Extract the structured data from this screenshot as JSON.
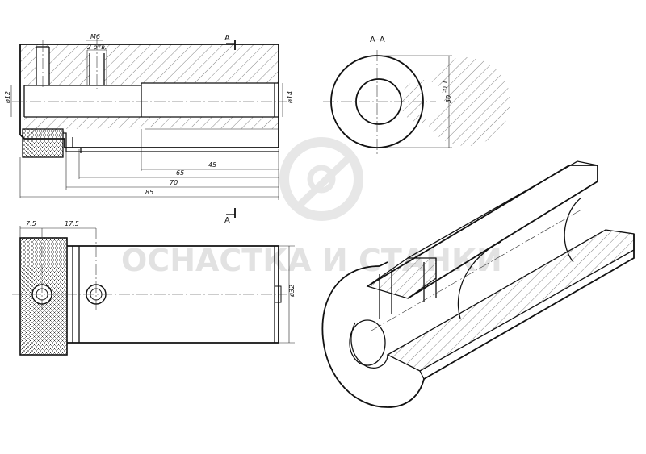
{
  "section_marker": "А",
  "section_title": "А–А",
  "watermark": {
    "text": "ОСНАСТКА И СТАНКИ"
  },
  "dims": {
    "thread": "М6",
    "holes": "2 отв.",
    "d12": "ø12",
    "d14": "ø14",
    "d30": "30",
    "d30_tol": "-0.1",
    "d32": "ø32",
    "l45": "45",
    "l65": "65",
    "l70": "70",
    "l85": "85",
    "l7_5": "7.5",
    "l17_5": "17.5"
  },
  "colors": {
    "line": "#111111",
    "hatch": "#333333",
    "watermark": "#d0d0d0"
  }
}
